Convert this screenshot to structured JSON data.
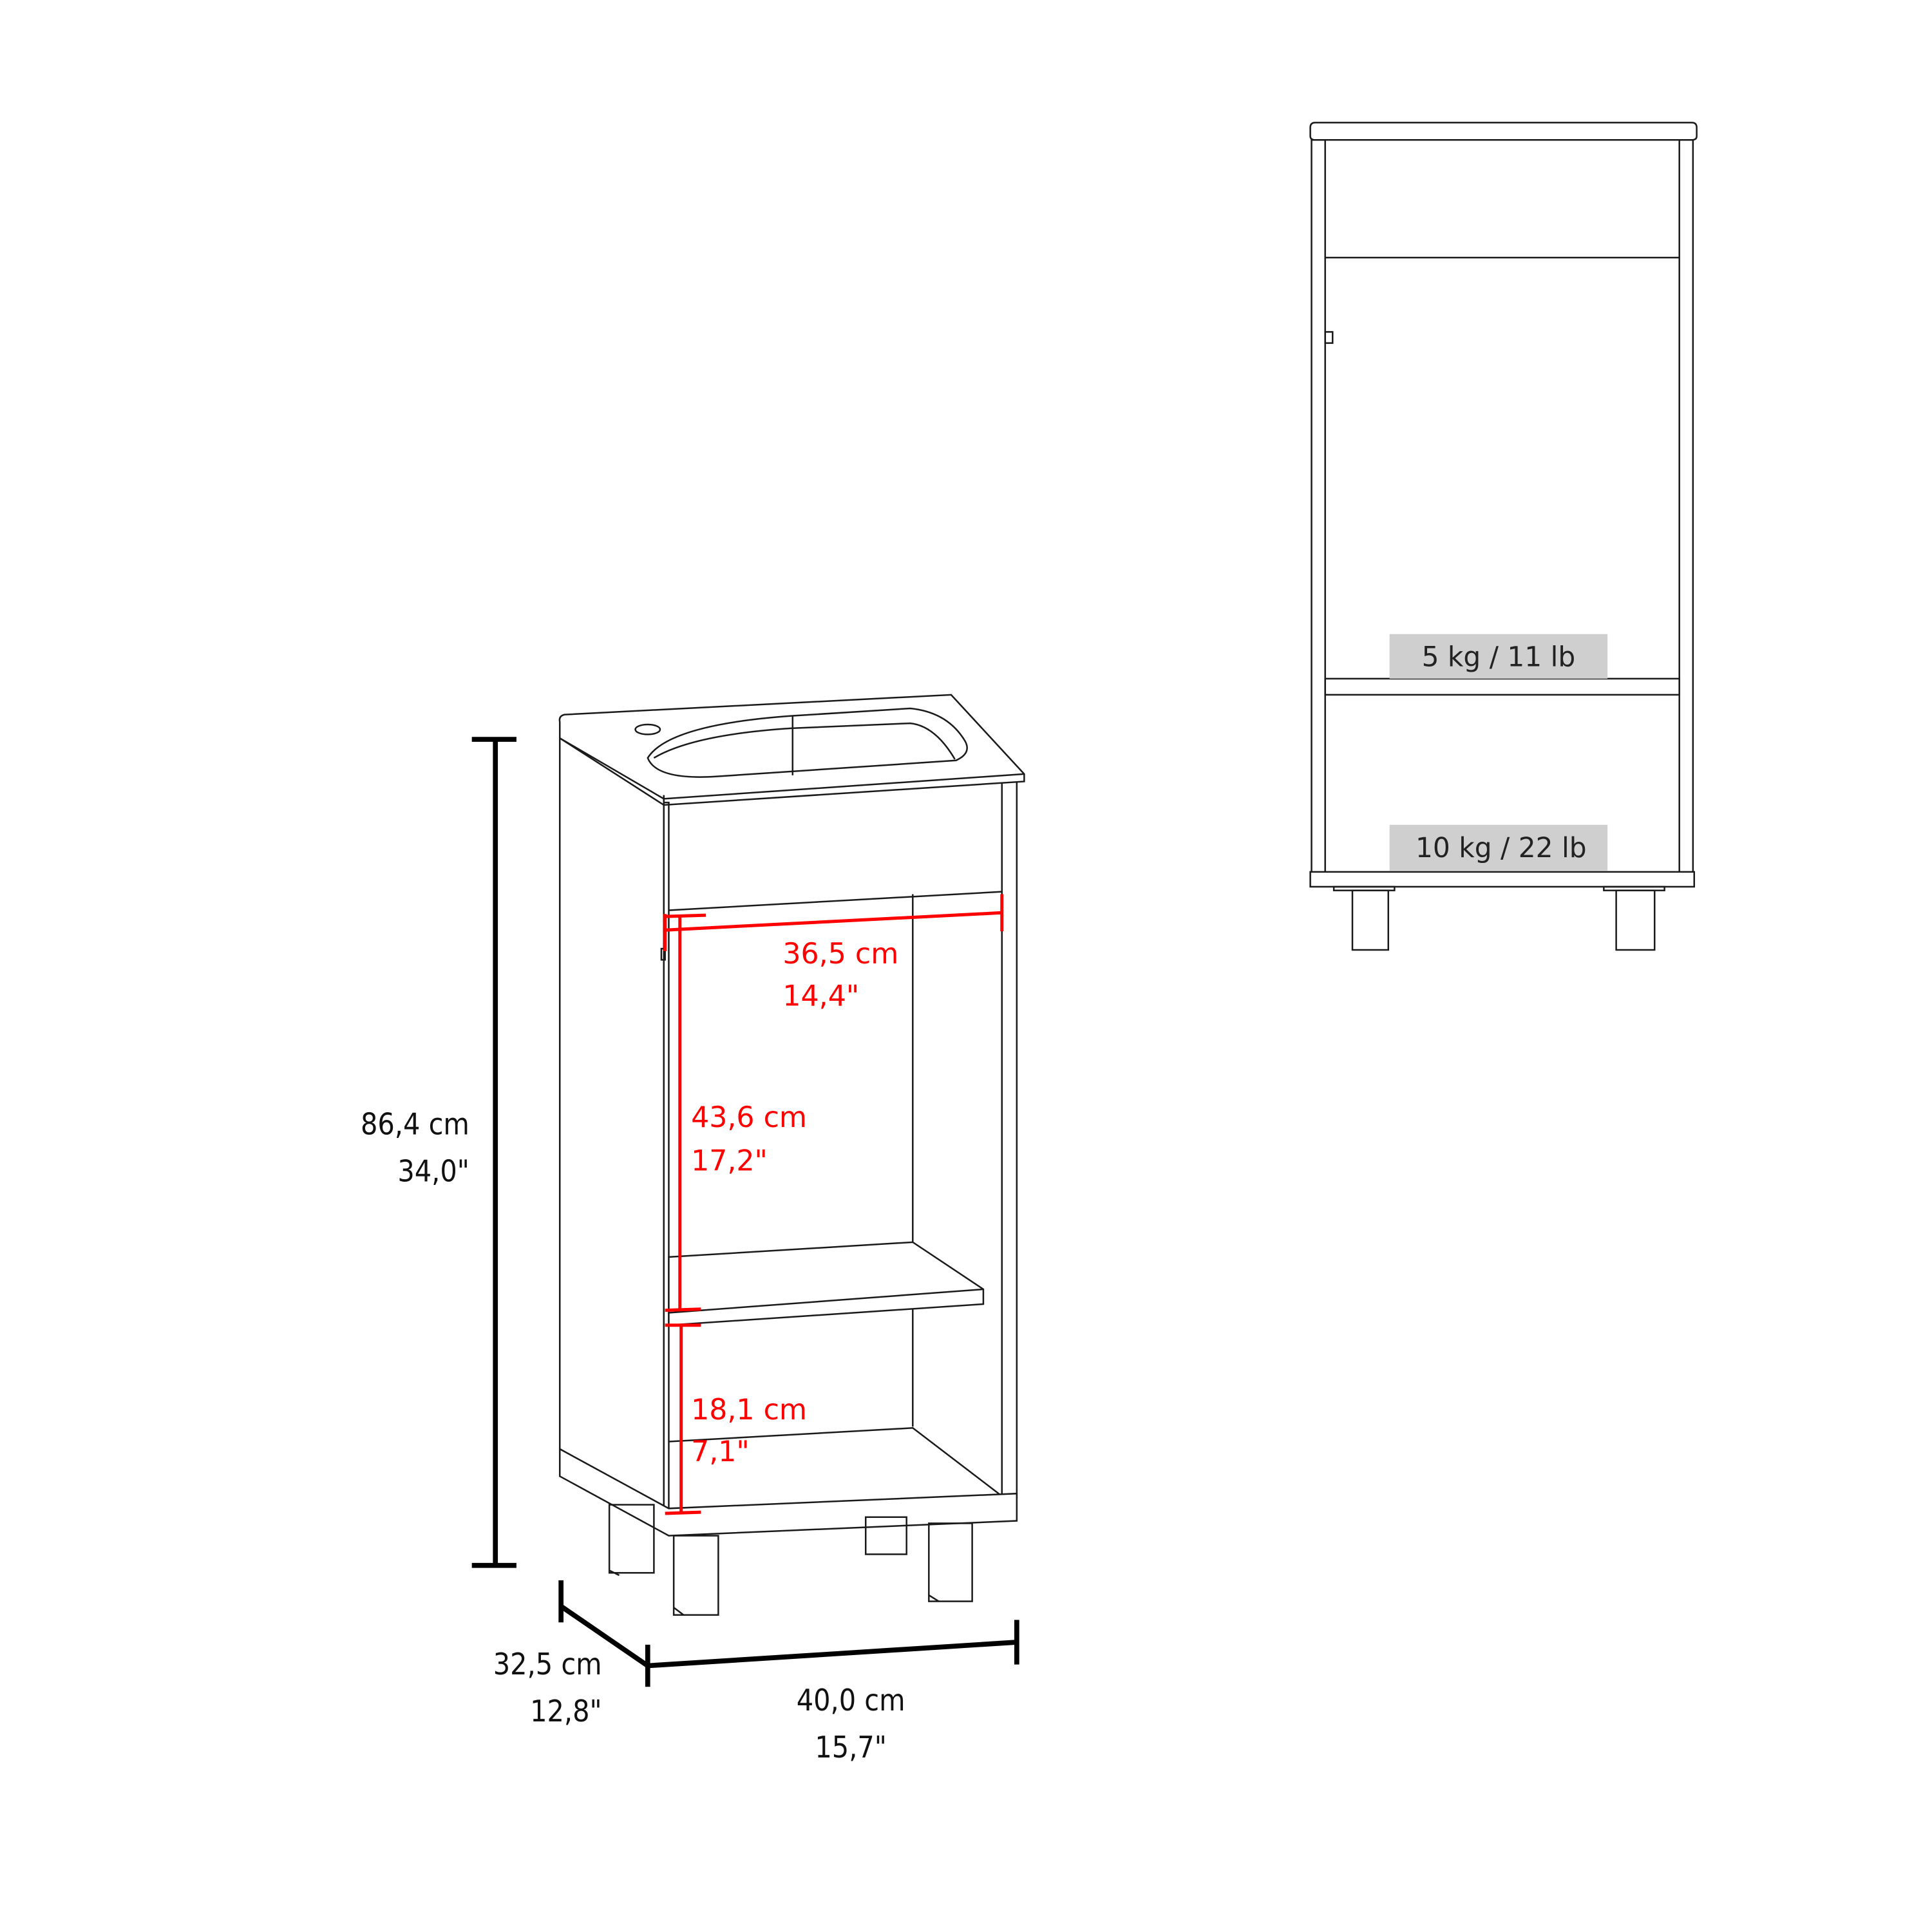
{
  "colors": {
    "line": "#1a1a1a",
    "dimension_black": "#000000",
    "dimension_red": "#ff0000",
    "weight_badge_bg": "#cfcfcf",
    "background": "#ffffff"
  },
  "perspective_view": {
    "overall_height": {
      "cm": "86,4 cm",
      "in": "34,0\""
    },
    "depth": {
      "cm": "32,5 cm",
      "in": "12,8\""
    },
    "width": {
      "cm": "40,0 cm",
      "in": "15,7\""
    },
    "interior_width": {
      "cm": "36,5 cm",
      "in": "14,4\""
    },
    "upper_shelf_height": {
      "cm": "43,6 cm",
      "in": "17,2\""
    },
    "lower_shelf_height": {
      "cm": "18,1 cm",
      "in": "7,1\""
    }
  },
  "front_view": {
    "shelf_load": "5 kg / 11 lb",
    "bottom_load": "10 kg / 22 lb"
  }
}
